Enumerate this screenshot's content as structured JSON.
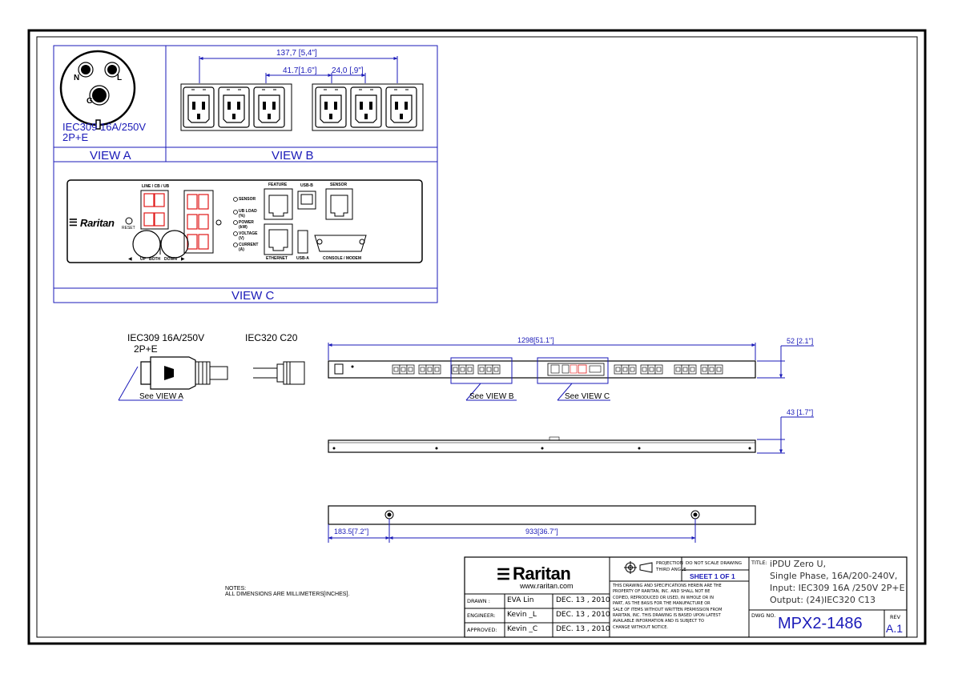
{
  "view_a": {
    "pin_n": "N",
    "pin_l": "L",
    "pin_g": "G",
    "spec_line1": "IEC309 16A/250V",
    "spec_line2": "2P+E",
    "label": "VIEW A"
  },
  "view_b": {
    "dim_overall": "137,7 [5,4\"]",
    "dim_group": "41.7[1.6\"]",
    "dim_pitch": "24,0 [,9\"]",
    "label": "VIEW B"
  },
  "view_c": {
    "label": "VIEW C",
    "line_cb_ub": "LINE / CB / UB",
    "brand": "Raritan",
    "reset": "RESET",
    "nav_left": "◀",
    "nav_up": "UP",
    "nav_both": "BOTH",
    "nav_down": "DOWN",
    "nav_right": "▶",
    "led_sensor": "SENSOR",
    "led_ub_load": "UB LOAD",
    "led_ub_load_unit": "(%)",
    "led_power": "POWER",
    "led_power_unit": "(kW)",
    "led_voltage": "VOLTAGE",
    "led_voltage_unit": "(V)",
    "led_current": "CURRENT",
    "led_current_unit": "(A)",
    "port_feature": "FEATURE",
    "port_usb_b": "USB-B",
    "port_sensor": "SENSOR",
    "port_ethernet": "ETHERNET",
    "port_usb_a": "USB-A",
    "port_console": "CONSOLE / MODEM"
  },
  "plug": {
    "title_line1": "IEC309 16A/250V",
    "title_line2": "2P+E",
    "see": "See VIEW A"
  },
  "cord": {
    "title": "IEC320 C20"
  },
  "pdu": {
    "dim_length": "1298[51.1\"]",
    "dim_width": "52 [2.1\"]",
    "dim_depth": "43 [1.7\"]",
    "dim_mount_offset": "183.5[7.2\"]",
    "dim_mount_spacing": "933[36.7\"]",
    "see_b": "See VIEW B",
    "see_c": "See VIEW C"
  },
  "notes": {
    "heading": "NOTES:",
    "line1": "ALL DIMENSIONS ARE MILLIMETERS[INCHES]."
  },
  "title_block": {
    "brand": "Raritan",
    "url": "www.raritan.com",
    "drawn_label": "DRAWN :",
    "drawn_name": "EVA Lin",
    "drawn_date": "DEC. 13 , 2010",
    "engineer_label": "ENGINEER:",
    "engineer_name": "Kevin _L",
    "engineer_date": "DEC. 13 , 2010",
    "approved_label": "APPROVED:",
    "approved_name": "Kevin _C",
    "approved_date": "DEC. 13 , 2010",
    "projection_line1": "PROJECTION",
    "projection_line2": "THIRD ANGLE",
    "do_not_scale": "DO NOT SCALE DRAWING",
    "sheet": "SHEET 1 OF 1",
    "disclaimer": [
      "THIS DRAWING AND SPECIFICATIONS HEREIN ARE THE",
      "PROPERTY OF RARITAN, INC. AND SHALL NOT BE",
      "COPIED, REPRODUCED OR USED, IN WHOLE OR IN",
      "PART, AS THE BASIS FOR THE MANUFACTURE OR",
      "SALE OF ITEMS WITHOUT WRITTEN PERMISSION FROM",
      "RARITAN, INC. THIS DRAWING IS BASED UPON LATEST",
      "AVAILABLE INFORMATION AND IS SUBJECT TO",
      "CHANGE WITHOUT NOTICE."
    ],
    "title_label": "TITLE:",
    "title_lines": [
      "iPDU Zero U,",
      "Single Phase, 16A/200-240V,",
      "Input: IEC309 16A /250V 2P+E",
      "Output: (24)IEC320 C13"
    ],
    "dwg_label": "DWG NO.",
    "dwg_no": "MPX2-1486",
    "rev_label": "REV",
    "rev": "A.1"
  },
  "colors": {
    "ink": "#000000",
    "dim_blue": "#1a1ab8",
    "led_red": "#e01818",
    "frame": "#000000"
  }
}
